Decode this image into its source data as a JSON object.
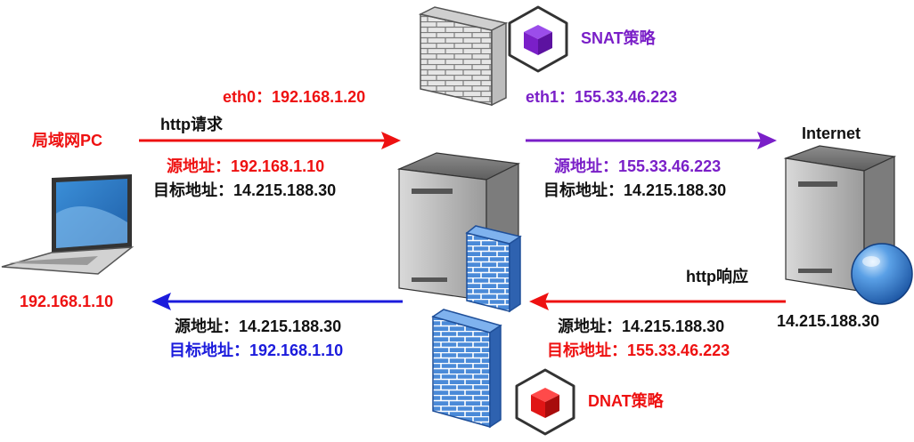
{
  "colors": {
    "red": "#ee1111",
    "purple": "#7a1fc8",
    "blue": "#1b1bdc",
    "text": "#111111",
    "server_gray": "#c7c7c7",
    "firewall_blue": "#3f7fd0",
    "globe_blue": "#2f70c8"
  },
  "icons": [
    "laptop-icon",
    "gateway-server-icon",
    "firewall-gray-icon",
    "firewall-blue-icon",
    "internet-server-icon",
    "globe-icon",
    "snat-cube-icon",
    "dnat-cube-icon"
  ],
  "labels": {
    "lan_pc": "局域网PC",
    "lan_ip": "192.168.1.10",
    "eth0": "eth0：192.168.1.20",
    "eth1": "eth1：155.33.46.223",
    "snat": "SNAT策略",
    "dnat": "DNAT策略",
    "internet": "Internet",
    "internet_ip": "14.215.188.30",
    "http_request": "http请求",
    "http_response": "http响应"
  },
  "request_left": {
    "src": "源地址：192.168.1.10",
    "dst": "目标地址：14.215.188.30"
  },
  "request_right": {
    "src": "源地址：155.33.46.223",
    "dst": "目标地址：14.215.188.30"
  },
  "response_right": {
    "src": "源地址：14.215.188.30",
    "dst": "目标地址：155.33.46.223"
  },
  "response_left": {
    "src": "源地址：14.215.188.30",
    "dst": "目标地址：192.168.1.10"
  }
}
